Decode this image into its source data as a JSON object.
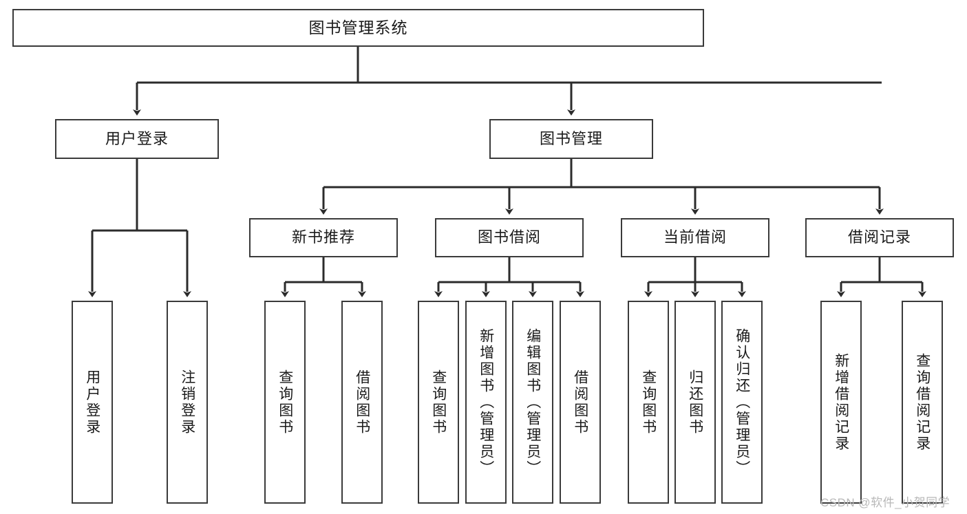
{
  "diagram": {
    "title": "图书管理系统",
    "type": "tree-hierarchy",
    "orientation": "top-down",
    "colors": {
      "box_border": "#3a3a3a",
      "box_fill": "#ffffff",
      "edge": "#2b2b2b",
      "text": "#1a1a1a",
      "background": "#ffffff",
      "watermark": "#b8b8b8"
    }
  },
  "nodes": {
    "root": {
      "label": "图书管理系统"
    },
    "level2": [
      {
        "id": "user-login",
        "label": "用户登录"
      },
      {
        "id": "book-manage",
        "label": "图书管理"
      }
    ],
    "level3": [
      {
        "id": "new-book-recommend",
        "label": "新书推荐"
      },
      {
        "id": "book-borrow",
        "label": "图书借阅"
      },
      {
        "id": "current-borrow",
        "label": "当前借阅"
      },
      {
        "id": "borrow-record",
        "label": "借阅记录"
      }
    ],
    "leaves": [
      {
        "id": "leaf-user-login",
        "label": "用户登录",
        "parent": "user-login"
      },
      {
        "id": "leaf-user-logout",
        "label": "注销登录",
        "parent": "user-login"
      },
      {
        "id": "leaf-query-book-1",
        "label": "查询图书",
        "parent": "new-book-recommend"
      },
      {
        "id": "leaf-borrow-book-1",
        "label": "借阅图书",
        "parent": "new-book-recommend"
      },
      {
        "id": "leaf-query-book-2",
        "label": "查询图书",
        "parent": "book-borrow"
      },
      {
        "id": "leaf-add-book",
        "label": "新增图书（管理员）",
        "parent": "book-borrow"
      },
      {
        "id": "leaf-edit-book",
        "label": "编辑图书（管理员）",
        "parent": "book-borrow"
      },
      {
        "id": "leaf-borrow-book-2",
        "label": "借阅图书",
        "parent": "book-borrow"
      },
      {
        "id": "leaf-query-book-3",
        "label": "查询图书",
        "parent": "current-borrow"
      },
      {
        "id": "leaf-return-book",
        "label": "归还图书",
        "parent": "current-borrow"
      },
      {
        "id": "leaf-confirm-return",
        "label": "确认归还（管理员）",
        "parent": "current-borrow"
      },
      {
        "id": "leaf-add-record",
        "label": "新增借阅记录",
        "parent": "borrow-record"
      },
      {
        "id": "leaf-query-record",
        "label": "查询借阅记录",
        "parent": "borrow-record"
      }
    ]
  },
  "watermark": {
    "text": "CSDN @软件_小贺同学"
  }
}
